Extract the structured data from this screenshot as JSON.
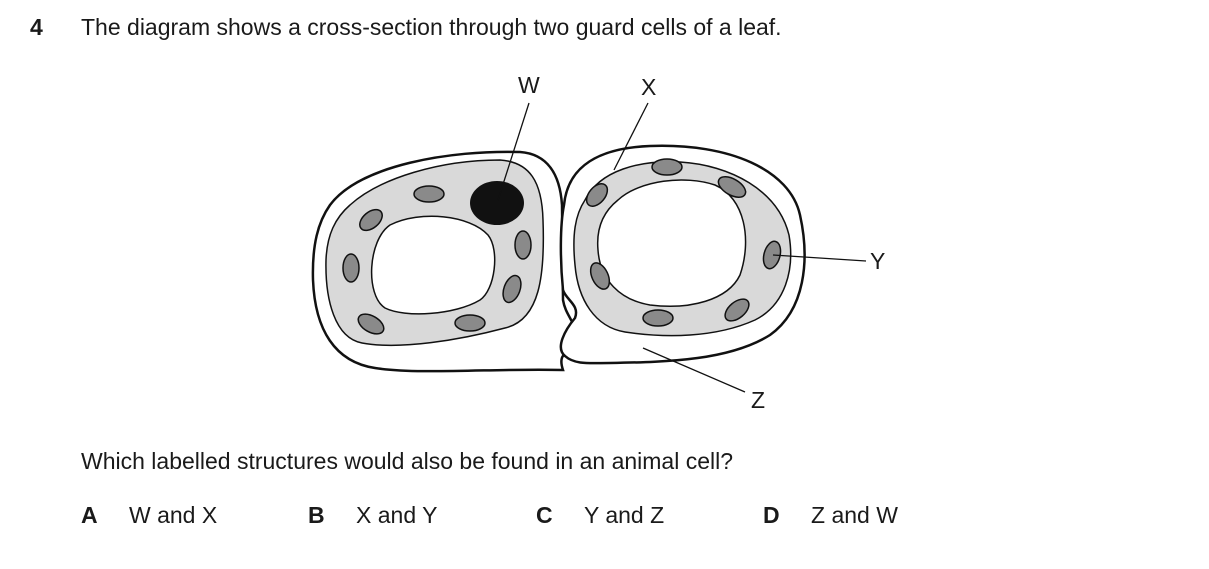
{
  "question": {
    "number": "4",
    "stem": "The diagram shows a cross-section through two guard cells of a leaf.",
    "prompt": "Which labelled structures would also be found in an animal cell?"
  },
  "diagram": {
    "labels": {
      "w": "W",
      "x": "X",
      "y": "Y",
      "z": "Z"
    }
  },
  "options": [
    {
      "letter": "A",
      "text": "W and X"
    },
    {
      "letter": "B",
      "text": "X and Y"
    },
    {
      "letter": "C",
      "text": "Y and Z"
    },
    {
      "letter": "D",
      "text": "Z and W"
    }
  ]
}
